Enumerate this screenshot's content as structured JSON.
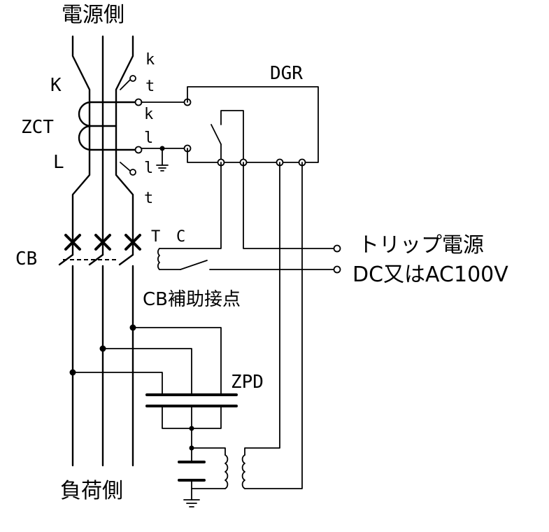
{
  "labels": {
    "source_side": "電源側",
    "load_side": "負荷側",
    "zct_k": "K",
    "zct": "ZCT",
    "zct_l": "L",
    "cb": "CB",
    "dgr": "DGR",
    "zpd": "ZPD",
    "term_k1": "k",
    "term_t1": "t",
    "term_k2": "k",
    "term_l1": "l",
    "term_l2": "l",
    "term_t2": "t",
    "trip_coil_t": "T",
    "trip_coil_c": "C",
    "cb_aux_contact": "CB補助接点",
    "trip_power": "トリップ電源",
    "trip_power_spec": "DC又はAC100V"
  }
}
